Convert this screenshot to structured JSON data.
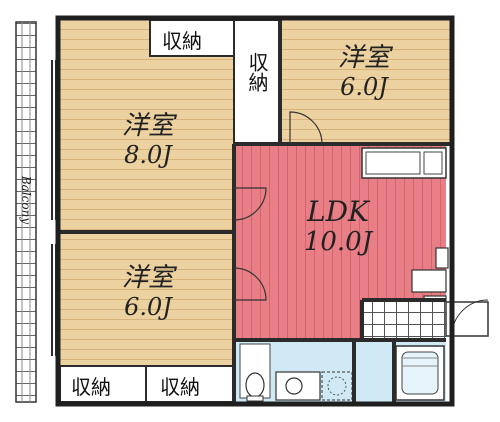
{
  "rooms": {
    "western_room_top": {
      "label": "洋室",
      "size": "6.0J"
    },
    "western_room_middle": {
      "label": "洋室",
      "size": "8.0J"
    },
    "western_room_bottom": {
      "label": "洋室",
      "size": "6.0J"
    },
    "ldk": {
      "label": "LDK",
      "size": "10.0J"
    }
  },
  "storage": {
    "top": "収納",
    "vertical": "収納",
    "bottom_left": "収納",
    "bottom_right": "収納"
  },
  "balcony": "Balcony",
  "colors": {
    "wood": "#ecd2a0",
    "wood_line": "#d7b27a",
    "ldk_floor": "#e97f86",
    "ldk_line": "#d9636c",
    "wet_area": "#cfeaf4",
    "wall": "#2b2b2b"
  }
}
